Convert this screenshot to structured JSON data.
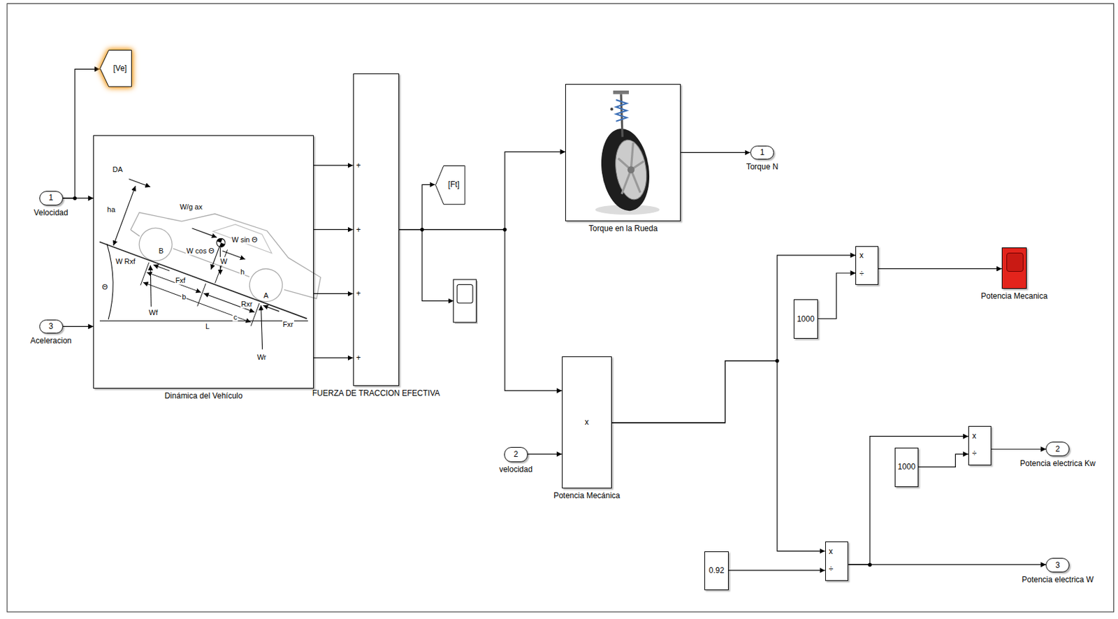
{
  "diagram": {
    "nodes": [
      {
        "text": [
          "[Ve]"
        ]
      },
      {
        "text": [
          "1",
          "Velocidad"
        ]
      },
      {
        "text": [
          "3",
          "Aceleracion"
        ]
      },
      {
        "text": [
          "Dinámica del Vehículo"
        ]
      },
      {
        "text": [
          "+",
          "+",
          "+",
          "+",
          "FUERZA DE TRACCION EFECTIVA"
        ]
      },
      {
        "text": [
          "[Ft]"
        ]
      },
      {
        "text": [
          "Torque en la Rueda"
        ]
      },
      {
        "text": [
          "1",
          "Torque N"
        ]
      },
      {
        "text": [
          "x",
          "÷"
        ]
      },
      {
        "text": [
          "Potencia Mecanica"
        ]
      },
      {
        "text": [
          "1000"
        ]
      },
      {
        "text": [
          "x",
          "Potencia Mecánica"
        ]
      },
      {
        "text": [
          "2",
          "velocidad"
        ]
      },
      {
        "text": [
          "x",
          "÷"
        ]
      },
      {
        "text": [
          "1000"
        ]
      },
      {
        "text": [
          "2",
          "Potencia electrica Kw"
        ]
      },
      {
        "text": [
          "0.92"
        ]
      },
      {
        "text": [
          "x",
          "÷"
        ]
      },
      {
        "text": [
          "3",
          "Potencia electrica W"
        ]
      }
    ],
    "edges": [
      {
        "from": 1,
        "to": 3,
        "arrow": "to"
      },
      {
        "from": 1,
        "to": 0,
        "arrow": "to"
      },
      {
        "from": 2,
        "to": 3,
        "arrow": "to"
      },
      {
        "from": 3,
        "to": 4,
        "arrow": "to"
      },
      {
        "from": 3,
        "to": 4,
        "arrow": "to"
      },
      {
        "from": 3,
        "to": 4,
        "arrow": "to"
      },
      {
        "from": 3,
        "to": 4,
        "arrow": "to"
      },
      {
        "from": 4,
        "to": 5,
        "arrow": "to"
      },
      {
        "from": 4,
        "to": 6,
        "arrow": "to"
      },
      {
        "from": 4,
        "to": 11,
        "arrow": "to"
      },
      {
        "from": 6,
        "to": 7,
        "arrow": "to"
      },
      {
        "from": 12,
        "to": 11,
        "arrow": "to"
      },
      {
        "from": 11,
        "to": 8,
        "arrow": "to"
      },
      {
        "from": 11,
        "to": 17,
        "arrow": "to"
      },
      {
        "from": 10,
        "to": 8,
        "arrow": "to"
      },
      {
        "from": 8,
        "to": 9,
        "arrow": "to"
      },
      {
        "from": 16,
        "to": 17,
        "arrow": "to"
      },
      {
        "from": 17,
        "to": 13,
        "arrow": "to"
      },
      {
        "from": 17,
        "to": 18,
        "arrow": "to"
      },
      {
        "from": 14,
        "to": 13,
        "arrow": "to"
      },
      {
        "from": 13,
        "to": 15,
        "arrow": "to"
      }
    ],
    "labels": [
      "DA",
      "ha",
      "W/g ax",
      "W Rxf",
      "B",
      "W cos Θ",
      "W sin Θ",
      "W",
      "Fxf",
      "h",
      "b",
      "Θ",
      "Rxr",
      "A",
      "c",
      "Wf",
      "L",
      "Fxr",
      "Wr"
    ]
  }
}
